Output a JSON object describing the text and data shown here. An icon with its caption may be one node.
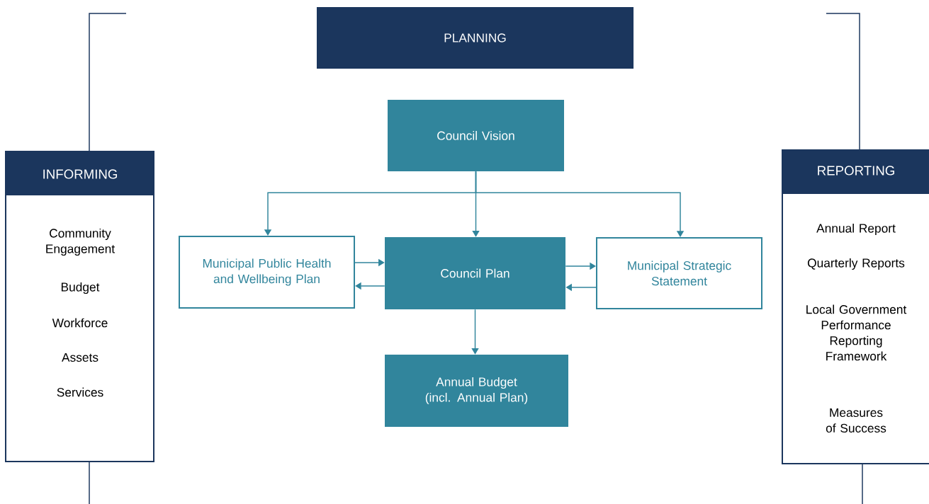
{
  "diagram": {
    "nodes": [
      {
        "text": [
          "PLANNING"
        ]
      },
      {
        "text": [
          "INFORMING",
          "Community Engagement",
          "Budget",
          "Workforce",
          "Assets",
          "Services"
        ]
      },
      {
        "text": [
          "Council Vision"
        ]
      },
      {
        "text": [
          "Municipal Public Health and Wellbeing Plan"
        ]
      },
      {
        "text": [
          "Council Plan"
        ]
      },
      {
        "text": [
          "Municipal Strategic Statement"
        ]
      },
      {
        "text": [
          "Annual Budget (incl. Annual Plan)"
        ]
      },
      {
        "text": [
          "REPORTING",
          "Annual Report",
          "Quarterly Reports",
          "Local Government Performance Reporting Framework",
          "Measures of Success"
        ]
      }
    ],
    "edges": [
      {
        "from": 2,
        "to": 3,
        "arrow": "to"
      },
      {
        "from": 2,
        "to": 4,
        "arrow": "to"
      },
      {
        "from": 2,
        "to": 5,
        "arrow": "to"
      },
      {
        "from": 3,
        "to": 4,
        "arrow": "to"
      },
      {
        "from": 4,
        "to": 3,
        "arrow": "to"
      },
      {
        "from": 4,
        "to": 5,
        "arrow": "to"
      },
      {
        "from": 5,
        "to": 4,
        "arrow": "to"
      },
      {
        "from": 4,
        "to": 6,
        "arrow": "to"
      }
    ]
  }
}
